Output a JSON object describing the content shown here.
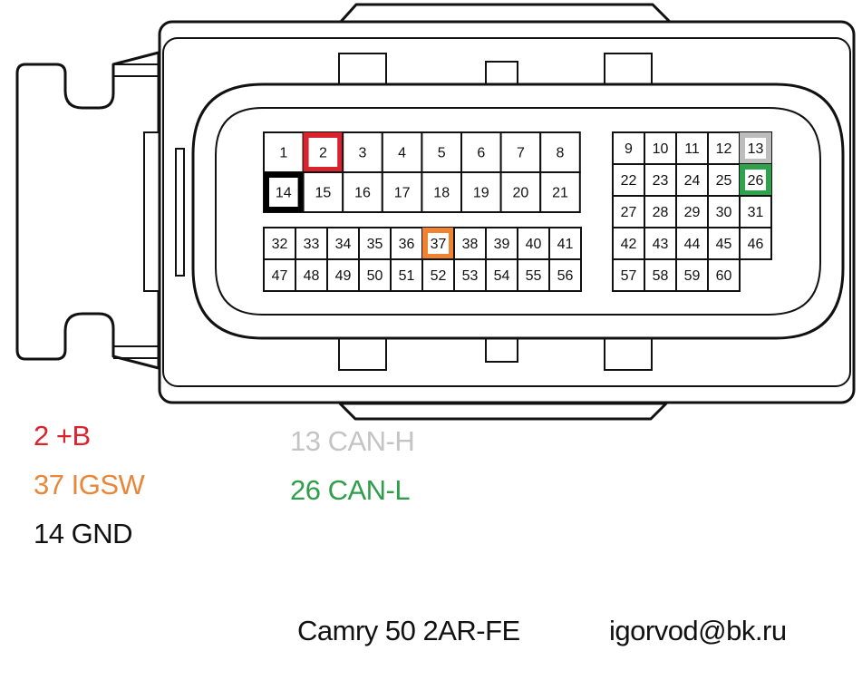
{
  "diagram": {
    "subject": "ECU connector pinout",
    "pin_rows": {
      "block_a_top": [
        1,
        2,
        3,
        4,
        5,
        6,
        7,
        8
      ],
      "block_a_row2": [
        14,
        15,
        16,
        17,
        18,
        19,
        20,
        21
      ],
      "block_b_row1": [
        32,
        33,
        34,
        35,
        36,
        37,
        38,
        39,
        40,
        41
      ],
      "block_b_row2": [
        47,
        48,
        49,
        50,
        51,
        52,
        53,
        54,
        55,
        56
      ],
      "block_c": [
        [
          9,
          10,
          11,
          12,
          13
        ],
        [
          22,
          23,
          24,
          25,
          26
        ],
        [
          27,
          28,
          29,
          30,
          31
        ],
        [
          42,
          43,
          44,
          45,
          46
        ],
        [
          57,
          58,
          59,
          60
        ]
      ]
    },
    "highlighted_pins": [
      {
        "pin": 2,
        "signal": "+B",
        "color": "#d9232e"
      },
      {
        "pin": 37,
        "signal": "IGSW",
        "color": "#ef8332"
      },
      {
        "pin": 14,
        "signal": "GND",
        "color": "#000000"
      },
      {
        "pin": 13,
        "signal": "CAN-H",
        "color": "#bdbdbd"
      },
      {
        "pin": 26,
        "signal": "CAN-L",
        "color": "#2ea24c"
      }
    ]
  },
  "legend": {
    "pin2": {
      "text": "2 +B",
      "color": "#d9232e"
    },
    "pin37": {
      "text": "37 IGSW",
      "color": "#e8873a"
    },
    "pin14": {
      "text": "14 GND",
      "color": "#111111"
    },
    "pin13": {
      "text": "13 CAN-H",
      "color": "#c4c4c4"
    },
    "pin26": {
      "text": "26 CAN-L",
      "color": "#2e9e4a"
    }
  },
  "caption": {
    "model": "Camry 50 2AR-FE",
    "email": "igorvod@bk.ru"
  }
}
